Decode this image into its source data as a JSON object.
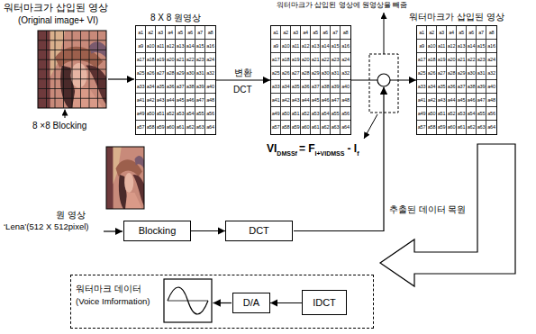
{
  "diagram": {
    "nodes": [
      {
        "text": [
          "8 X 8 원영상",
          "a1",
          "a2",
          "a3",
          "a4",
          "a5",
          "a6",
          "a7",
          "a8",
          "a9",
          "a10",
          "a11",
          "a12",
          "a13",
          "a14",
          "a15",
          "a16",
          "a17",
          "a18",
          "a19",
          "a20",
          "a21",
          "a22",
          "a23",
          "a24",
          "a25",
          "a26",
          "a27",
          "a28",
          "a29",
          "a30",
          "a31",
          "a32",
          "a33",
          "a34",
          "a35",
          "a36",
          "a37",
          "a38",
          "a39",
          "a40",
          "a41",
          "a42",
          "a43",
          "a44",
          "a45",
          "a46",
          "a47",
          "a48",
          "a49",
          "a50",
          "a51",
          "a52",
          "a53",
          "a54",
          "a55",
          "a56",
          "a57",
          "a58",
          "a59",
          "a60",
          "a61",
          "a62",
          "a63",
          "a64"
        ]
      },
      {
        "text": [
          "a1",
          "a2",
          "a3",
          "a4",
          "a5",
          "a6",
          "a7",
          "a8",
          "a9",
          "a10",
          "a11",
          "a12",
          "a13",
          "a14",
          "a15",
          "a16",
          "a17",
          "a18",
          "a19",
          "a20",
          "a21",
          "a22",
          "a23",
          "a24",
          "a25",
          "a26",
          "a27",
          "a28",
          "a29",
          "a30",
          "a31",
          "a32",
          "a33",
          "a34",
          "a35",
          "a36",
          "a37",
          "a38",
          "a39",
          "a40",
          "a41",
          "a42",
          "a43",
          "a44",
          "a45",
          "a46",
          "a47",
          "a48",
          "a49",
          "a50",
          "a51",
          "a52",
          "a53",
          "a54",
          "a55",
          "a56",
          "a57",
          "a58",
          "a59",
          "a60",
          "a61",
          "a62",
          "a63",
          "a64"
        ]
      },
      {
        "text": [
          "워터마크가 삽입된 영상",
          "a1",
          "a2",
          "a3",
          "a4",
          "a5",
          "a6",
          "a7",
          "a8",
          "a9",
          "a10",
          "a11",
          "a12",
          "a13",
          "a14",
          "a15",
          "a16",
          "a17",
          "a18",
          "a19",
          "a20",
          "a21",
          "a22",
          "a23",
          "a24",
          "a25",
          "a26",
          "a27",
          "a28",
          "a29",
          "a30",
          "a31",
          "a32",
          "a33",
          "a34",
          "a35",
          "a36",
          "a37",
          "a38",
          "a39",
          "a40",
          "a41",
          "a42",
          "a43",
          "a44",
          "a45",
          "a46",
          "a47",
          "a48",
          "a49",
          "a50",
          "a51",
          "a52",
          "a53",
          "a54",
          "a55",
          "a56",
          "a57",
          "a58",
          "a59",
          "a60",
          "a61",
          "a62",
          "a63",
          "a64"
        ]
      },
      {
        "text": [
          "Blocking"
        ]
      },
      {
        "text": [
          "DCT"
        ]
      },
      {
        "text": [
          "워터마크 데이터",
          "(Voice Imformation)"
        ]
      },
      {
        "text": [
          "D/A"
        ],
        "in": 5
      },
      {
        "text": [
          "IDCT"
        ],
        "in": 5
      }
    ],
    "edges": [
      {
        "from": 0,
        "to": 1,
        "arrow": "to",
        "label": "변환"
      },
      {
        "from": 1,
        "to": 2,
        "arrow": "to"
      },
      {
        "from": 3,
        "to": 4,
        "arrow": "to"
      },
      {
        "from": 7,
        "to": 6,
        "arrow": "to"
      }
    ],
    "labels": [
      "워터마크가 삽입된 영상",
      "(Original image+ VI)",
      "8 ×8 Blocking",
      "DCT",
      "워터마크가 삽입된 영상에 원영상을 빼줌",
      "VI",
      "DMSSf",
      "= F",
      "I+VIDMSS",
      "- I",
      "f",
      "원 영상",
      "‘Lena’(512 X 512pixel)",
      "추출된 데이터 목원"
    ]
  }
}
